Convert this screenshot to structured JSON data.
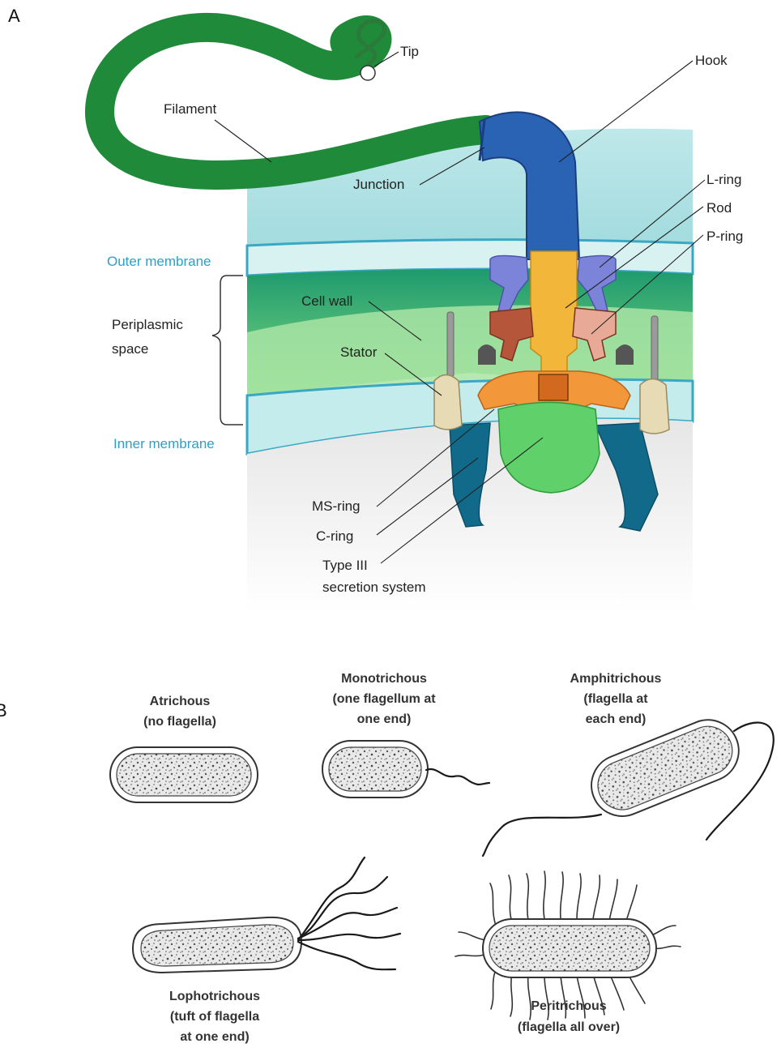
{
  "panel_a": {
    "letter": "A",
    "labels": {
      "tip": "Tip",
      "hook": "Hook",
      "filament": "Filament",
      "junction": "Junction",
      "l_ring": "L-ring",
      "rod": "Rod",
      "p_ring": "P-ring",
      "outer_membrane": "Outer membrane",
      "periplasmic_line1": "Periplasmic",
      "periplasmic_line2": "space",
      "cell_wall": "Cell wall",
      "stator": "Stator",
      "inner_membrane": "Inner membrane",
      "ms_ring": "MS-ring",
      "c_ring": "C-ring",
      "type3_line1": "Type III",
      "type3_line2": "secretion system"
    },
    "colors": {
      "filament": "#1f8a3a",
      "hook": "#2a62b4",
      "rod": "#f2b63a",
      "l_ring": "#7b84d8",
      "p_ring": "#b5563b",
      "ms_ring": "#f2973a",
      "c_ring": "#5fd06a",
      "stator": "#e6dbb5",
      "outer_membrane": "#2aa0c8"
    }
  },
  "panel_b": {
    "letter": "B",
    "types": {
      "atrichous_name": "Atrichous",
      "atrichous_desc": "(no flagella)",
      "monotrichous_name": "Monotrichous",
      "monotrichous_desc1": "(one flagellum at",
      "monotrichous_desc2": "one end)",
      "amphitrichous_name": "Amphitrichous",
      "amphitrichous_desc1": "(flagella at",
      "amphitrichous_desc2": "each end)",
      "lophotrichous_name": "Lophotrichous",
      "lophotrichous_desc1": "(tuft of flagella",
      "lophotrichous_desc2": "at one end)",
      "peritrichous_name": "Peritrichous",
      "peritrichous_desc": "(flagella all over)"
    }
  }
}
